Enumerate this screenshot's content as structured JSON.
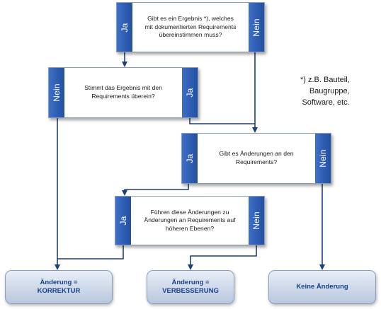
{
  "decisions": {
    "d1": {
      "question": "Gibt es ein Ergebnis *), welches\nmit dokumentierten Requirements\nübereinstimmen muss?",
      "left_label": "Ja",
      "right_label": "Nein"
    },
    "d2": {
      "question": "Stimmt das Ergebnis mit den\nRequirements überein?",
      "left_label": "Nein",
      "right_label": "Ja"
    },
    "d3": {
      "question": "Gibt es Änderungen an den\nRequirements?",
      "left_label": "Ja",
      "right_label": "Nein"
    },
    "d4": {
      "question": "Führen diese Änderungen zu\nÄnderungen an Requirements auf\nhöheren Ebenen?",
      "left_label": "Ja",
      "right_label": "Nein"
    }
  },
  "results": {
    "korrektur": "Änderung =\nKORREKTUR",
    "verbesserung": "Änderung =\nVERBESSERUNG",
    "keine": "Keine Änderung"
  },
  "footnote": "*) z.B. Bauteil,\nBaugruppe,\nSoftware, etc.",
  "colors": {
    "side_bar": "#2c5bb0",
    "connector": "#1f3f7a",
    "result_text": "#17418c",
    "result_fill": "#cdd8e9"
  }
}
